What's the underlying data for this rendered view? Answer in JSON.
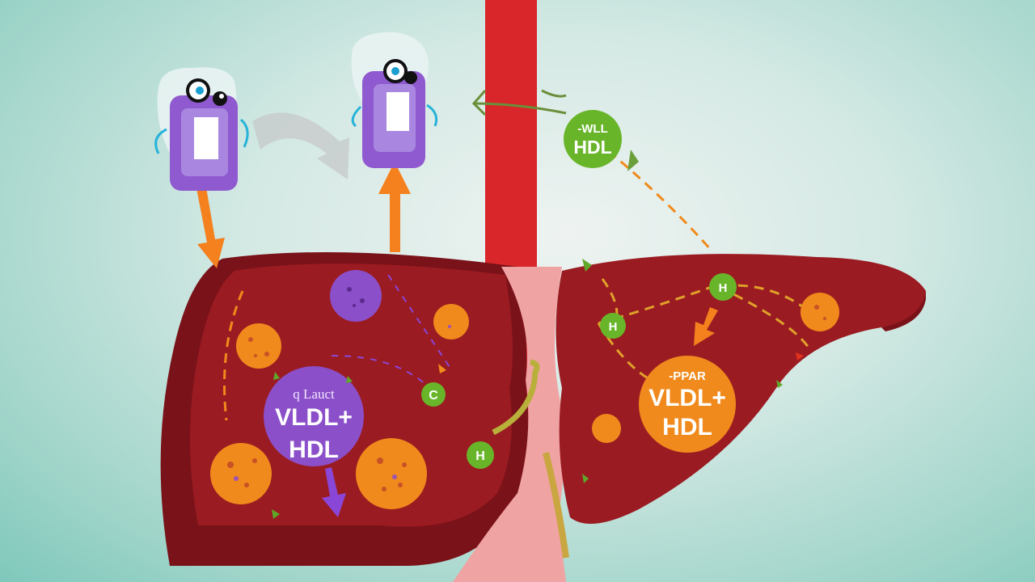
{
  "diagram": {
    "title": "",
    "colors": {
      "background": "#cfe8e2",
      "liver": "#9b1b22",
      "liver_dark": "#7a1219",
      "liver_edge": "#5e0f16",
      "vessel": "#d8262a",
      "ligament": "#f0a3a3",
      "purple_node": "#8b4fc9",
      "orange_node": "#f08a1c",
      "green_node": "#69b52a",
      "arrow_orange": "#f5801e",
      "arrow_purple": "#8a46d6"
    },
    "nodes": {
      "left_main": {
        "sublabel": "q Lauct",
        "line1": "VLDL+",
        "line2": "HDL"
      },
      "right_main": {
        "sublabel": "-PPAR",
        "line1": "VLDL+",
        "line2": "HDL"
      },
      "top_green": {
        "line1": "-WLL",
        "line2": "HDL"
      },
      "small_green": [
        {
          "label": "C"
        },
        {
          "label": "H"
        },
        {
          "label": "H"
        },
        {
          "label": "H"
        }
      ]
    },
    "characters": [
      {
        "name": "left-transporter"
      },
      {
        "name": "right-transporter"
      }
    ]
  }
}
